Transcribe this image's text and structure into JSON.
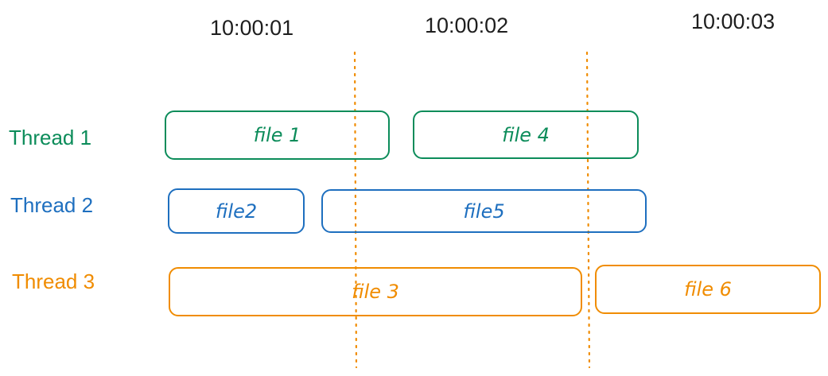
{
  "timeline": {
    "ticks": [
      "10:00:01",
      "10:00:02",
      "10:00:03"
    ]
  },
  "threads": [
    {
      "label": "Thread 1",
      "color": "#0c8c5a",
      "tasks": [
        "file 1",
        "file 4"
      ]
    },
    {
      "label": "Thread 2",
      "color": "#1e6fbf",
      "tasks": [
        "file2",
        "file5"
      ]
    },
    {
      "label": "Thread 3",
      "color": "#f08c00",
      "tasks": [
        "file 3",
        "file 6"
      ]
    }
  ],
  "separator_color": "#f08c00"
}
